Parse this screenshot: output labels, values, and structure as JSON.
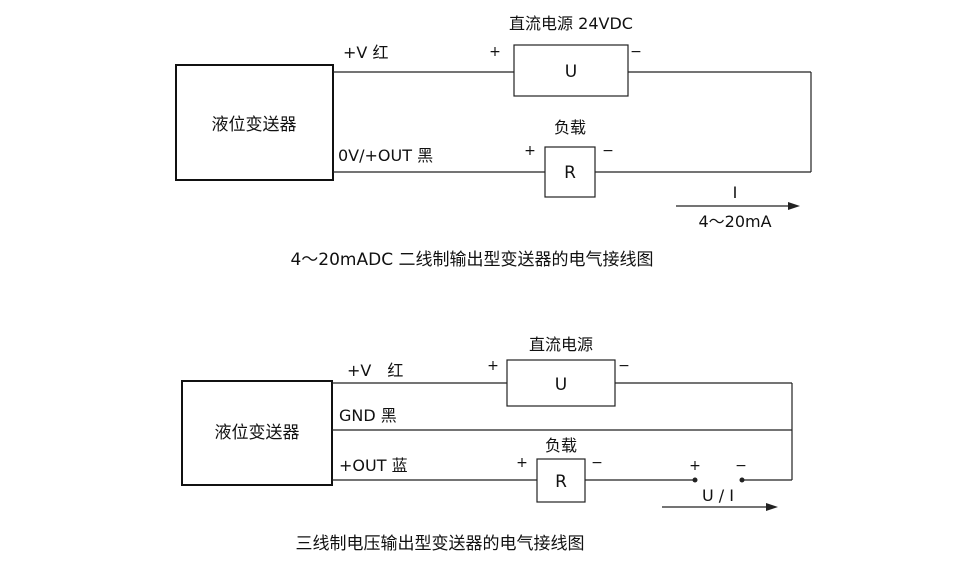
{
  "diagram1": {
    "transmitter_label": "液位变送器",
    "wire_top_label": "+V 红",
    "wire_bottom_label": "0V/+OUT 黑",
    "power_title": "直流电源 24VDC",
    "power_symbol": "U",
    "power_plus": "+",
    "power_minus": "−",
    "load_title": "负载",
    "load_symbol": "R",
    "load_plus": "+",
    "load_minus": "−",
    "current_symbol": "I",
    "current_range": "4～20mA",
    "caption": "4～20mADC 二线制输出型变送器的电气接线图"
  },
  "diagram2": {
    "transmitter_label": "液位变送器",
    "wire_top_label": "+V　红",
    "wire_mid_label": "GND 黑",
    "wire_bottom_label": "+OUT 蓝",
    "power_title": "直流电源",
    "power_symbol": "U",
    "power_plus": "+",
    "power_minus": "−",
    "load_title": "负载",
    "load_symbol": "R",
    "load_plus": "+",
    "load_minus": "−",
    "terminal_plus": "+",
    "terminal_minus": "−",
    "output_symbol": "U / I",
    "caption": "三线制电压输出型变送器的电气接线图"
  }
}
